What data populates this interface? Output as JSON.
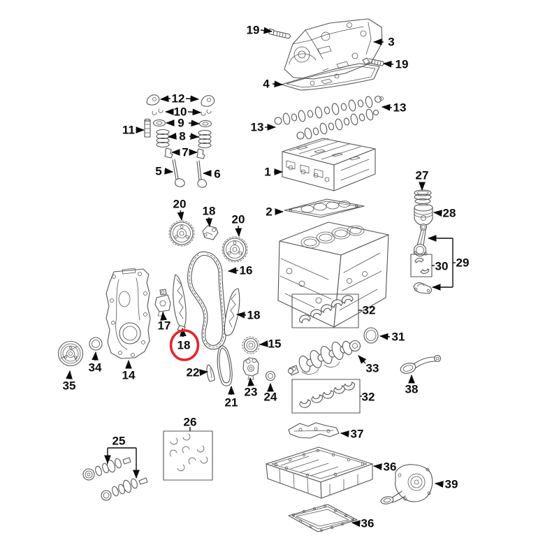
{
  "diagram": {
    "description": "Engine parts exploded diagram",
    "background_color": "#ffffff",
    "art_line_color": "#555555",
    "label_color": "#0b0b0b",
    "highlight_color": "#e4252b",
    "highlighted_part": "18"
  },
  "callouts": {
    "c19a": "19",
    "c3": "3",
    "c19b": "19",
    "c4": "4",
    "c12": "12",
    "c10": "10",
    "c9": "9",
    "c11": "11",
    "c8": "8",
    "c7": "7",
    "c5": "5",
    "c6": "6",
    "c13a": "13",
    "c13b": "13",
    "c1": "1",
    "c2": "2",
    "c20a": "20",
    "c18a": "18",
    "c20b": "20",
    "c16": "16",
    "c17": "17",
    "c18b": "18",
    "c18c": "18",
    "c15": "15",
    "c22": "22",
    "c21": "21",
    "c23": "23",
    "c24": "24",
    "c14": "14",
    "c34": "34",
    "c35": "35",
    "c27": "27",
    "c28": "28",
    "c30": "30",
    "c29": "29",
    "c32a": "32",
    "c31": "31",
    "c33": "33",
    "c38": "38",
    "c32b": "32",
    "c37": "37",
    "c36a": "36",
    "c39": "39",
    "c36b": "36",
    "c25": "25",
    "c26": "26"
  }
}
